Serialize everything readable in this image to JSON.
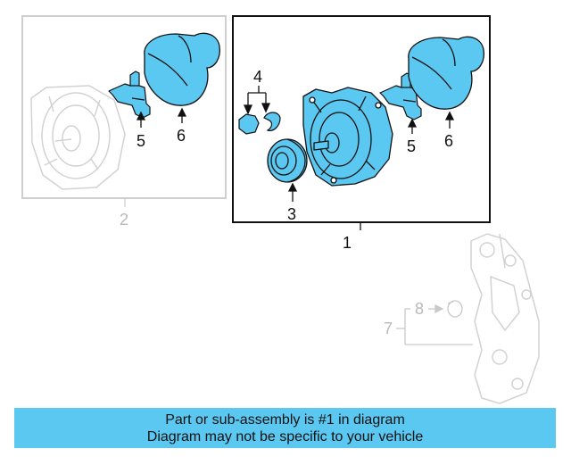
{
  "callouts": {
    "c1": "1",
    "c2": "2",
    "c3": "3",
    "c4": "4",
    "c5a": "5",
    "c5b": "5",
    "c6a": "6",
    "c6b": "6",
    "c7": "7",
    "c8": "8"
  },
  "banner": {
    "line1": "Part or sub-assembly is #1 in diagram",
    "line2": "Diagram may not be specific to your vehicle"
  },
  "colors": {
    "highlight": "#5bc8f1",
    "ghost": "#cfcfcf",
    "outline": "#111111"
  }
}
